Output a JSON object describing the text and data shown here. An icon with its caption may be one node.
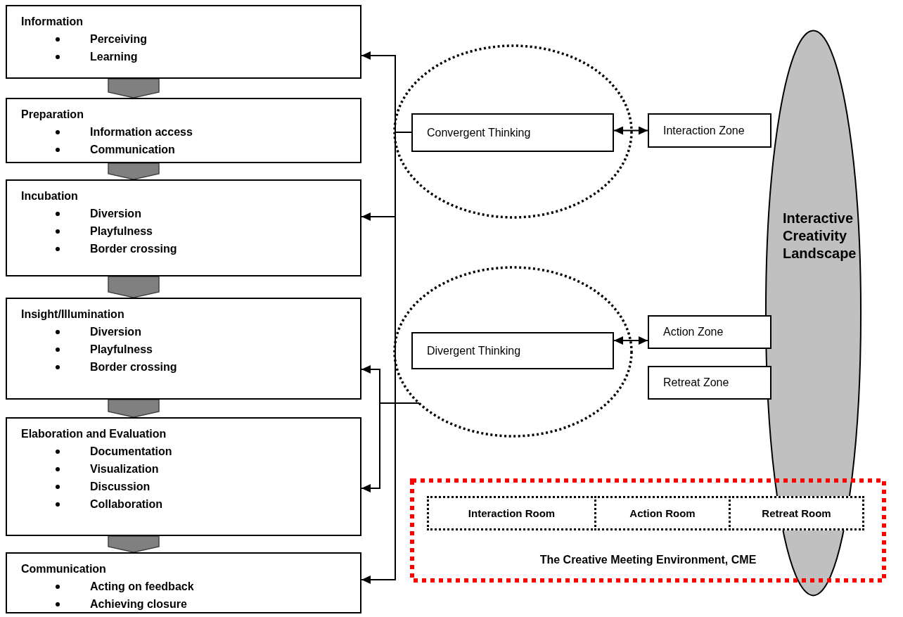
{
  "diagram": {
    "nodes": [
      {
        "text": [
          "Information",
          "Perceiving",
          "Learning"
        ]
      },
      {
        "text": [
          "Preparation",
          "Information access",
          "Communication"
        ]
      },
      {
        "text": [
          "Incubation",
          "Diversion",
          "Playfulness",
          "Border crossing"
        ]
      },
      {
        "text": [
          "Insight/Illumination",
          "Diversion",
          "Playfulness",
          "Border crossing"
        ]
      },
      {
        "text": [
          "Elaboration and Evaluation",
          "Documentation",
          "Visualization",
          "Discussion",
          "Collaboration"
        ]
      },
      {
        "text": [
          "Communication",
          "Acting on feedback",
          "Achieving closure"
        ]
      },
      {
        "text": [],
        "shape": "ellipse"
      },
      {
        "text": [
          "Convergent Thinking"
        ],
        "in": 6
      },
      {
        "text": [
          "Interaction Zone"
        ]
      },
      {
        "text": [],
        "shape": "ellipse"
      },
      {
        "text": [
          "Divergent Thinking"
        ],
        "in": 9
      },
      {
        "text": [
          "Action Zone"
        ]
      },
      {
        "text": [
          "Retreat Zone"
        ]
      },
      {
        "text": [
          "Interactive Creativity Landscape"
        ]
      },
      {
        "text": [
          "The Creative Meeting Environment, CME"
        ]
      },
      {
        "text": [
          "Interaction Room"
        ],
        "in": 14
      },
      {
        "text": [
          "Action Room"
        ],
        "in": 14
      },
      {
        "text": [
          "Retreat Room"
        ],
        "in": 14
      }
    ],
    "edges": [
      {
        "from": 0,
        "to": 1,
        "arrow": "to",
        "style": "thick",
        "color": "#808080"
      },
      {
        "from": 1,
        "to": 2,
        "arrow": "to",
        "style": "thick",
        "color": "#808080"
      },
      {
        "from": 2,
        "to": 3,
        "arrow": "to",
        "style": "thick",
        "color": "#808080"
      },
      {
        "from": 3,
        "to": 4,
        "arrow": "to",
        "style": "thick",
        "color": "#808080"
      },
      {
        "from": 4,
        "to": 5,
        "arrow": "to",
        "style": "thick",
        "color": "#808080"
      },
      {
        "from": 7,
        "to": 0,
        "arrow": "to"
      },
      {
        "from": 7,
        "to": 2,
        "arrow": "to"
      },
      {
        "from": 7,
        "to": 5,
        "arrow": "to"
      },
      {
        "from": 9,
        "to": 3,
        "arrow": "to"
      },
      {
        "from": 9,
        "to": 4,
        "arrow": "to"
      },
      {
        "from": 7,
        "to": 8,
        "arrow": "both"
      },
      {
        "from": 10,
        "to": 11,
        "arrow": "both"
      }
    ]
  }
}
